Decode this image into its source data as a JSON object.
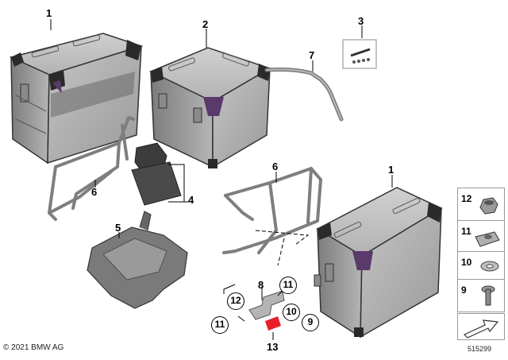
{
  "callouts": {
    "c1_top": "1",
    "c2": "2",
    "c3": "3",
    "c7": "7",
    "c6_left": "6",
    "c4": "4",
    "c5": "5",
    "c6_mid": "6",
    "c1_right": "1",
    "c8": "8",
    "c13": "13"
  },
  "circled": {
    "a": "11",
    "b": "12",
    "c": "10",
    "d": "11",
    "e": "9"
  },
  "sidebar": {
    "items": [
      {
        "label": "12",
        "icon": "lock-nut-icon"
      },
      {
        "label": "11",
        "icon": "clip-nut-icon"
      },
      {
        "label": "10",
        "icon": "washer-icon"
      },
      {
        "label": "9",
        "icon": "screw-icon"
      }
    ],
    "arrow_icon": "direction-arrow-icon"
  },
  "footer": {
    "copyright": "© 2021 BMW AG",
    "diagram_number": "515299"
  },
  "colors": {
    "highlight": "#e8202a",
    "case_body": "#a9a9a9",
    "case_dark": "#3a3a3a",
    "frame": "#8c8c8c"
  }
}
